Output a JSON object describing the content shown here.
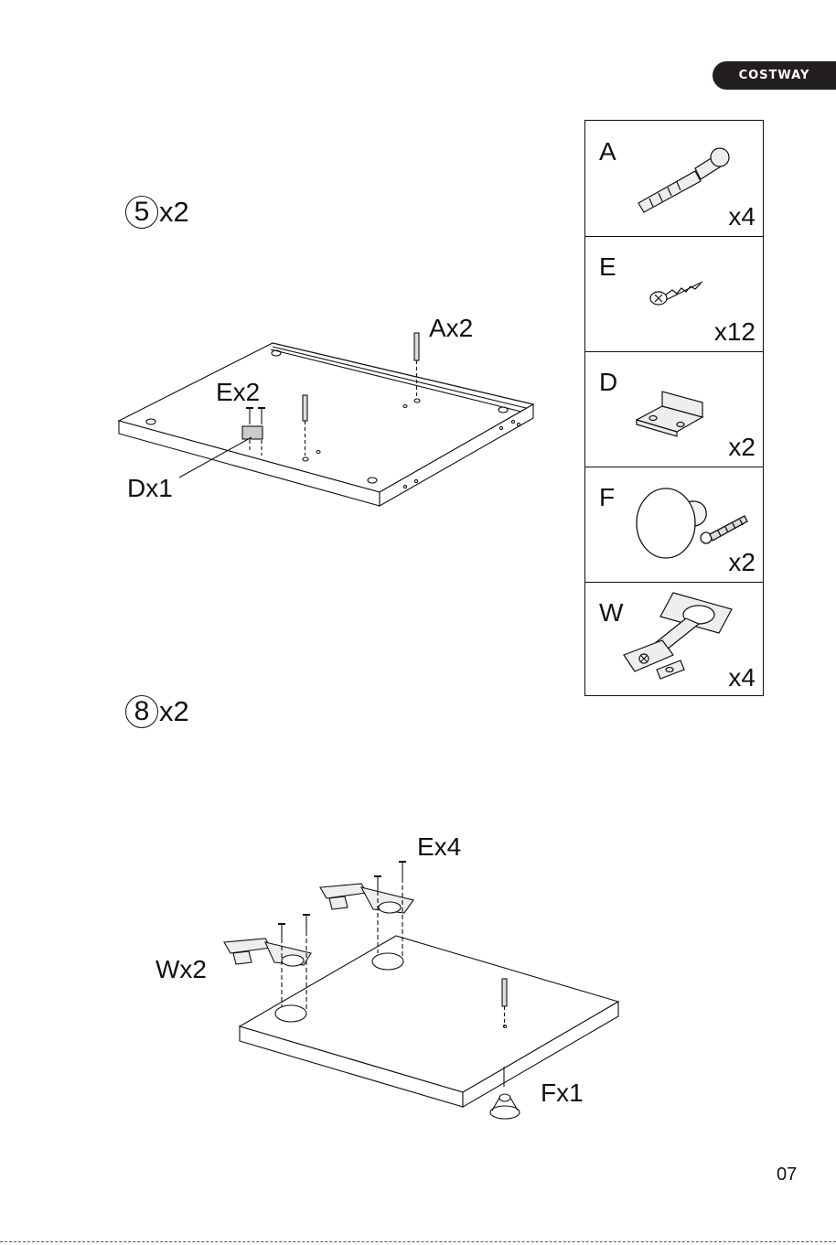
{
  "brand": "COSTWAY",
  "steps": [
    {
      "number": "5",
      "multiplier": "x2",
      "labels": {
        "a": "Ax2",
        "e": "Ex2",
        "d": "Dx1"
      }
    },
    {
      "number": "8",
      "multiplier": "x2",
      "labels": {
        "e": "Ex4",
        "w": "Wx2",
        "f": "Fx1"
      }
    }
  ],
  "parts": [
    {
      "letter": "A",
      "qty": "x4",
      "icon": "cam-bolt-icon"
    },
    {
      "letter": "E",
      "qty": "x12",
      "icon": "screw-icon"
    },
    {
      "letter": "D",
      "qty": "x2",
      "icon": "angle-bracket-icon"
    },
    {
      "letter": "F",
      "qty": "x2",
      "icon": "knob-icon"
    },
    {
      "letter": "W",
      "qty": "x4",
      "icon": "hinge-icon"
    }
  ],
  "page_number": "07"
}
